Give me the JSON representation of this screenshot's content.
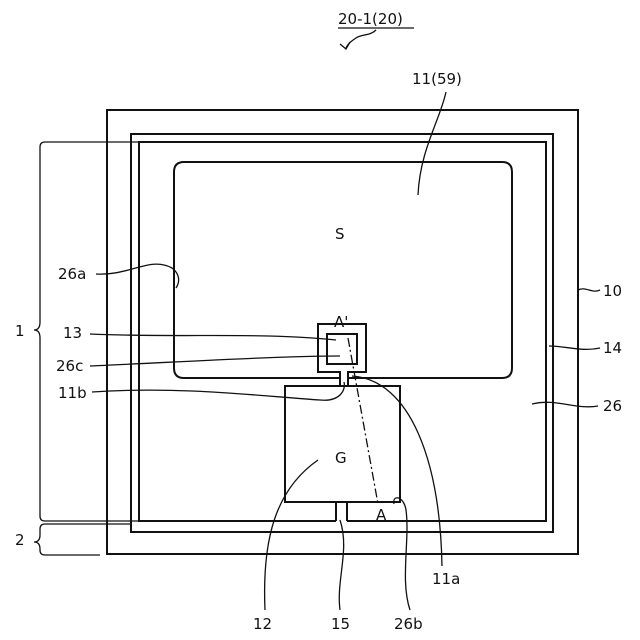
{
  "title": "20-1(20)",
  "labels": {
    "device": "11(59)",
    "source": "S",
    "gate": "G",
    "a_prime": "A'",
    "a": "A",
    "r26a": "26a",
    "r1": "1",
    "r13": "13",
    "r26c": "26c",
    "r11b": "11b",
    "r10": "10",
    "r14": "14",
    "r26": "26",
    "r2": "2",
    "r11a": "11a",
    "r12": "12",
    "r15": "15",
    "r26b": "26b"
  }
}
